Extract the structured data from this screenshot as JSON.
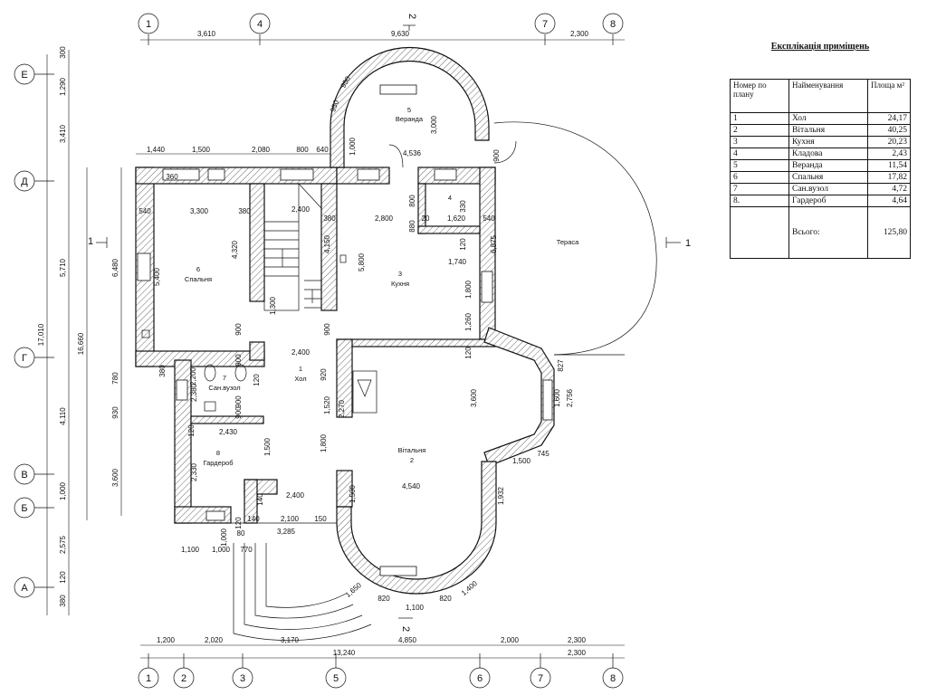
{
  "axes_top": [
    "1",
    "4",
    "7",
    "8"
  ],
  "axes_bottom": [
    "1",
    "2",
    "3",
    "5",
    "6",
    "7",
    "8"
  ],
  "axes_left": [
    "Е",
    "Д",
    "Г",
    "В",
    "Б",
    "А"
  ],
  "section_marks": {
    "top": "2",
    "bottom": "2",
    "left": "1",
    "right": "1"
  },
  "dims_top": [
    "3,610",
    "9,630",
    "2,300"
  ],
  "dims_bottom_row1": [
    "1,200",
    "2,020",
    "3,170",
    "4,850",
    "2,000",
    "2,300"
  ],
  "dims_bottom_row2": [
    "13,240",
    "2,300"
  ],
  "dims_left_outer": [
    "300",
    "1,290",
    "3,410",
    "5,710",
    "4,110",
    "1,000",
    "2,575",
    "120",
    "380"
  ],
  "dims_left_total": [
    "17,010",
    "16,660"
  ],
  "dims_left_inner": [
    "6,480",
    "780",
    "930",
    "3,600"
  ],
  "dims_interior": [
    "1,440",
    "1,500",
    "2,080",
    "800",
    "640",
    "4,536",
    "900",
    "950",
    "950",
    "3,000",
    "1,000",
    "360",
    "540",
    "3,300",
    "380",
    "5,400",
    "4,320",
    "2,400",
    "4,150",
    "380",
    "2,800",
    "1,620",
    "20",
    "540",
    "800",
    "880",
    "330",
    "120",
    "6,875",
    "1,740",
    "1,800",
    "1,260",
    "5,800",
    "1,300",
    "900",
    "900",
    "2,400",
    "380",
    "900",
    "920",
    "1,520",
    "120",
    "3,600",
    "827",
    "1,600",
    "2,756",
    "1,800",
    "2,380",
    "900",
    "120",
    "2,430",
    "1,500",
    "2,330",
    "1,932",
    "1,500",
    "745",
    "4,540",
    "1,500",
    "2,400",
    "2,100",
    "150",
    "1,000",
    "3,285",
    "1,100",
    "1,000",
    "770",
    "1,650",
    "820",
    "1,100",
    "820",
    "1,400",
    "2,200",
    "900",
    "120",
    "2,270",
    "140",
    "140",
    "120",
    "80"
  ],
  "rooms": [
    {
      "num": "5",
      "name": "Веранда"
    },
    {
      "num": "4",
      "name": ""
    },
    {
      "num": "6",
      "name": "Спальня"
    },
    {
      "num": "3",
      "name": "Кухня"
    },
    {
      "num": "1",
      "name": "Хол"
    },
    {
      "num": "7",
      "name": "Сан.вузол"
    },
    {
      "num": "8",
      "name": "Гардероб"
    },
    {
      "num": "2",
      "name": "Вітальня"
    }
  ],
  "terrace_label": "Тераса",
  "explication": {
    "title": "Експлікація приміщень",
    "headers": [
      "Номер по плану",
      "Найменування",
      "Площа м²"
    ],
    "rows": [
      {
        "no": "1",
        "name": "Хол",
        "area": "24,17"
      },
      {
        "no": "2",
        "name": "Вітальня",
        "area": "40,25"
      },
      {
        "no": "3",
        "name": "Кухня",
        "area": "20,23"
      },
      {
        "no": "4",
        "name": "Кладова",
        "area": "2,43"
      },
      {
        "no": "5",
        "name": "Веранда",
        "area": "11,54"
      },
      {
        "no": "6",
        "name": "Спальня",
        "area": "17,82"
      },
      {
        "no": "7",
        "name": "Сан.вузол",
        "area": "4,72"
      },
      {
        "no": "8.",
        "name": "Гардероб",
        "area": "4,64"
      }
    ],
    "total_label": "Всього:",
    "total_area": "125,80"
  }
}
